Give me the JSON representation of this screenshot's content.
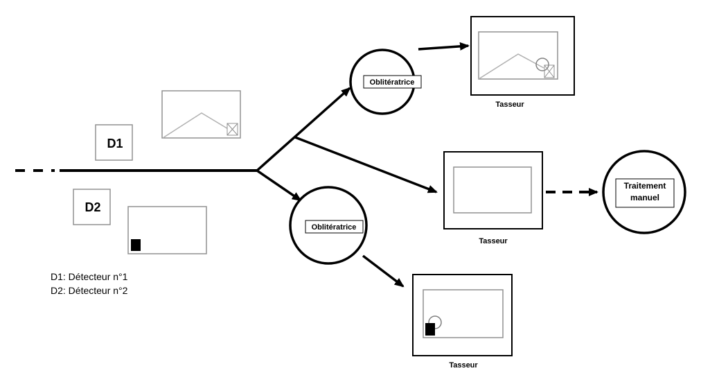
{
  "diagram": {
    "detectors": [
      {
        "id": "D1",
        "label": "D1"
      },
      {
        "id": "D2",
        "label": "D2"
      }
    ],
    "legend": [
      "D1: Détecteur n°1",
      "D2: Détecteur n°2"
    ],
    "nodes": {
      "obliteratrice_top": "Oblitératrice",
      "obliteratrice_bottom": "Oblitératrice",
      "tasseur_top": "Tasseur",
      "tasseur_middle": "Tasseur",
      "tasseur_bottom": "Tasseur",
      "traitement_manuel_line1": "Traitement",
      "traitement_manuel_line2": "manuel"
    },
    "edges": [
      {
        "from": "input-line",
        "to": "obliteratrice_top",
        "style": "solid"
      },
      {
        "from": "input-line",
        "to": "tasseur_middle",
        "style": "solid"
      },
      {
        "from": "input-line",
        "to": "obliteratrice_bottom",
        "style": "solid"
      },
      {
        "from": "obliteratrice_top",
        "to": "tasseur_top",
        "style": "solid"
      },
      {
        "from": "obliteratrice_bottom",
        "to": "tasseur_bottom",
        "style": "solid"
      },
      {
        "from": "tasseur_middle",
        "to": "traitement_manuel",
        "style": "dashed"
      }
    ],
    "colors": {
      "line": "#000000",
      "envelope": "#a0a0a0",
      "stamp": "#000000"
    }
  }
}
